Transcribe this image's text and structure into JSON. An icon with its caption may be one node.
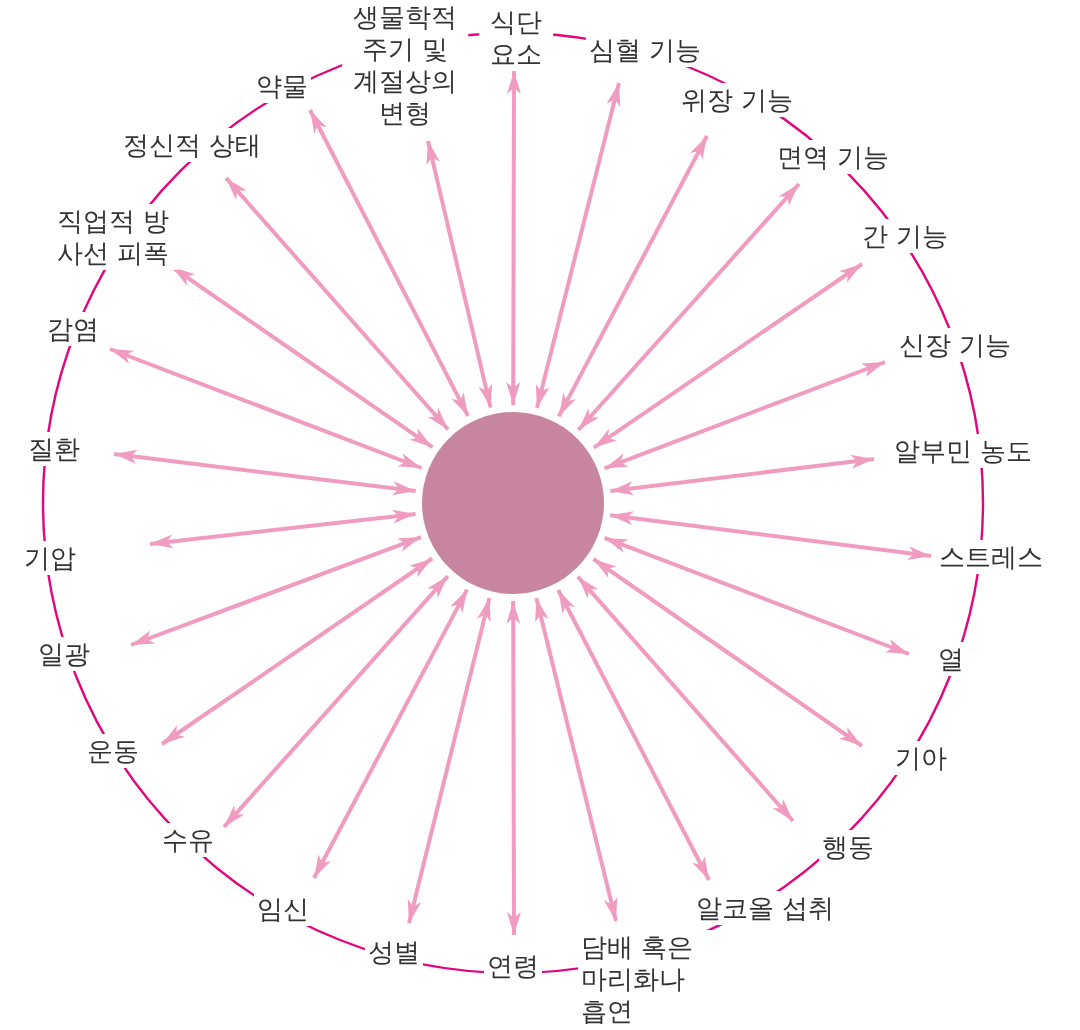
{
  "diagram": {
    "nodes": [
      {
        "text": [],
        "shape": "circle"
      },
      {
        "text": [
          "식단 요소"
        ]
      },
      {
        "text": [
          "심혈 기능"
        ]
      },
      {
        "text": [
          "위장 기능"
        ]
      },
      {
        "text": [
          "면역 기능"
        ]
      },
      {
        "text": [
          "간 기능"
        ]
      },
      {
        "text": [
          "신장 기능"
        ]
      },
      {
        "text": [
          "알부민 농도"
        ]
      },
      {
        "text": [
          "스트레스"
        ]
      },
      {
        "text": [
          "열"
        ]
      },
      {
        "text": [
          "기아"
        ]
      },
      {
        "text": [
          "행동"
        ]
      },
      {
        "text": [
          "알코올 섭취"
        ]
      },
      {
        "text": [
          "담배 혹은 마리화나 흡연"
        ]
      },
      {
        "text": [
          "연령"
        ]
      },
      {
        "text": [
          "성별"
        ]
      },
      {
        "text": [
          "임신"
        ]
      },
      {
        "text": [
          "수유"
        ]
      },
      {
        "text": [
          "운동"
        ]
      },
      {
        "text": [
          "일광"
        ]
      },
      {
        "text": [
          "기압"
        ]
      },
      {
        "text": [
          "질환"
        ]
      },
      {
        "text": [
          "감염"
        ]
      },
      {
        "text": [
          "직업적 방사선 피폭"
        ]
      },
      {
        "text": [
          "정신적 상태"
        ]
      },
      {
        "text": [
          "약물"
        ]
      },
      {
        "text": [
          "생물학적 주기 및 계절상의 변형"
        ]
      }
    ],
    "edges": [
      {
        "from": 0,
        "to": 1,
        "arrow": "both"
      },
      {
        "from": 0,
        "to": 2,
        "arrow": "both"
      },
      {
        "from": 0,
        "to": 3,
        "arrow": "both"
      },
      {
        "from": 0,
        "to": 4,
        "arrow": "both"
      },
      {
        "from": 0,
        "to": 5,
        "arrow": "both"
      },
      {
        "from": 0,
        "to": 6,
        "arrow": "both"
      },
      {
        "from": 0,
        "to": 7,
        "arrow": "both"
      },
      {
        "from": 0,
        "to": 8,
        "arrow": "both"
      },
      {
        "from": 0,
        "to": 9,
        "arrow": "both"
      },
      {
        "from": 0,
        "to": 10,
        "arrow": "both"
      },
      {
        "from": 0,
        "to": 11,
        "arrow": "both"
      },
      {
        "from": 0,
        "to": 12,
        "arrow": "both"
      },
      {
        "from": 0,
        "to": 13,
        "arrow": "both"
      },
      {
        "from": 0,
        "to": 14,
        "arrow": "both"
      },
      {
        "from": 0,
        "to": 15,
        "arrow": "both"
      },
      {
        "from": 0,
        "to": 16,
        "arrow": "both"
      },
      {
        "from": 0,
        "to": 17,
        "arrow": "both"
      },
      {
        "from": 0,
        "to": 18,
        "arrow": "both"
      },
      {
        "from": 0,
        "to": 19,
        "arrow": "both"
      },
      {
        "from": 0,
        "to": 20,
        "arrow": "both"
      },
      {
        "from": 0,
        "to": 21,
        "arrow": "both"
      },
      {
        "from": 0,
        "to": 22,
        "arrow": "both"
      },
      {
        "from": 0,
        "to": 23,
        "arrow": "both"
      },
      {
        "from": 0,
        "to": 24,
        "arrow": "both"
      },
      {
        "from": 0,
        "to": 25,
        "arrow": "both"
      },
      {
        "from": 0,
        "to": 26,
        "arrow": "both"
      }
    ]
  }
}
